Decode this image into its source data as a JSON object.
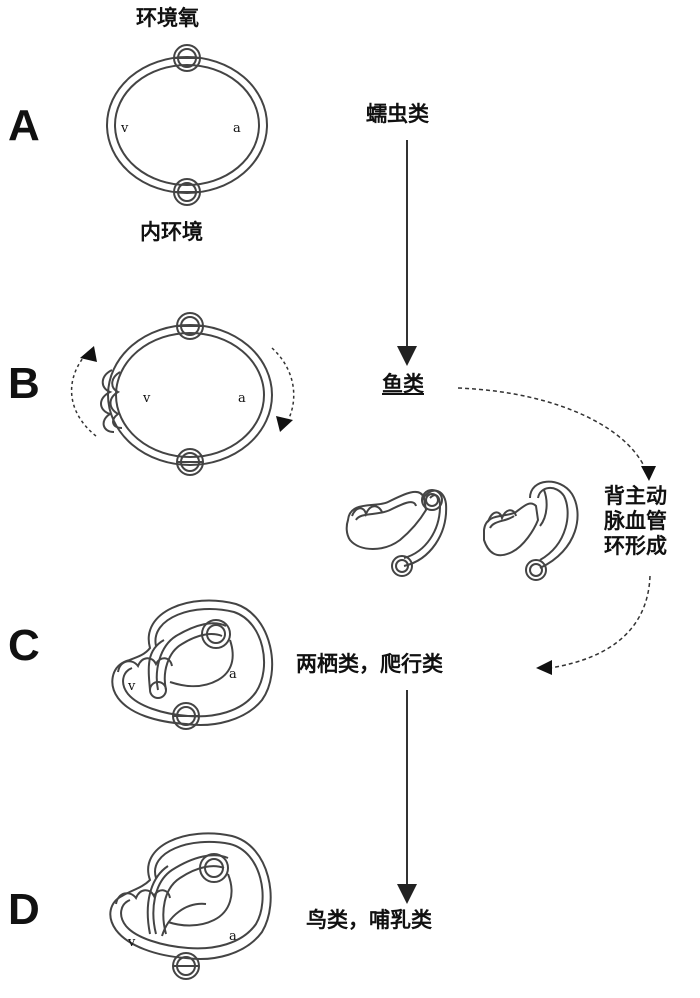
{
  "labels": {
    "ambient_oxygen": "环境氧",
    "internal_environment": "内环境",
    "ventricle_letter": "v",
    "atrium_letter": "a"
  },
  "stages": [
    {
      "letter": "A",
      "group": "蠕虫类"
    },
    {
      "letter": "B",
      "group": "鱼类"
    },
    {
      "letter": "C",
      "group": "两栖类，爬行类"
    },
    {
      "letter": "D",
      "group": "鸟类，哺乳类"
    }
  ],
  "side_note": [
    "背主动",
    "脉血管",
    "环形成"
  ]
}
